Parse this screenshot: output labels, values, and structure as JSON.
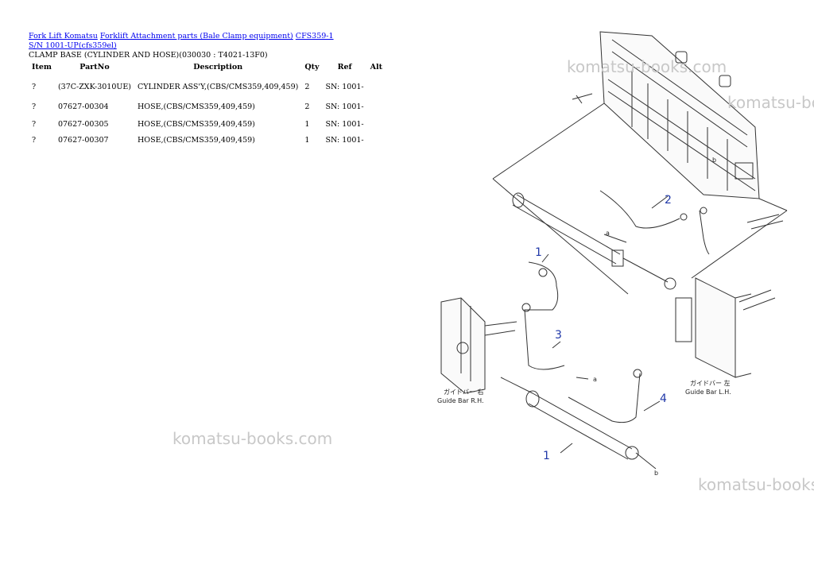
{
  "breadcrumb": {
    "link1": "Fork Lift Komatsu",
    "link2": "Forklift Attachment parts (Bale Clamp equipment)",
    "link3": "CFS359-1 S/N 1001-UP(cfs359el)"
  },
  "section_title": "CLAMP BASE (CYLINDER AND HOSE)(030030 : T4021-13F0)",
  "table": {
    "headers": [
      "Item",
      "PartNo",
      "Description",
      "Qty",
      "Ref",
      "Alt"
    ],
    "rows": [
      {
        "item": "?",
        "partno": "(37C-ZXK-3010UE)",
        "desc": "CYLINDER ASS'Y,(CBS/CMS359,409,459)",
        "qty": "2",
        "ref": "SN: 1001-",
        "alt": ""
      },
      {
        "item": "?",
        "partno": "07627-00304",
        "desc": "HOSE,(CBS/CMS359,409,459)",
        "qty": "2",
        "ref": "SN: 1001-",
        "alt": ""
      },
      {
        "item": "?",
        "partno": "07627-00305",
        "desc": "HOSE,(CBS/CMS359,409,459)",
        "qty": "1",
        "ref": "SN: 1001-",
        "alt": ""
      },
      {
        "item": "?",
        "partno": "07627-00307",
        "desc": "HOSE,(CBS/CMS359,409,459)",
        "qty": "1",
        "ref": "SN: 1001-",
        "alt": ""
      }
    ]
  },
  "watermark": "komatsu-books.com",
  "diagram": {
    "callouts": [
      "1",
      "2",
      "3",
      "4",
      "1"
    ],
    "letters": [
      "a",
      "b",
      "a",
      "b"
    ],
    "guide_left_jp": "ガイドバー 右",
    "guide_left_en": "Guide Bar R.H.",
    "guide_right_jp": "ガイドバー 左",
    "guide_right_en": "Guide Bar L.H."
  }
}
